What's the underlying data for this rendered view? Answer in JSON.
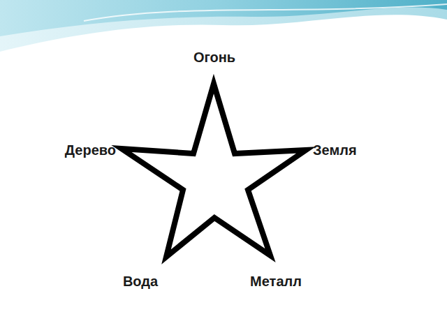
{
  "diagram": {
    "labels": [
      "Огонь",
      "Дерево",
      "Земля",
      "Вода",
      "Металл"
    ]
  }
}
